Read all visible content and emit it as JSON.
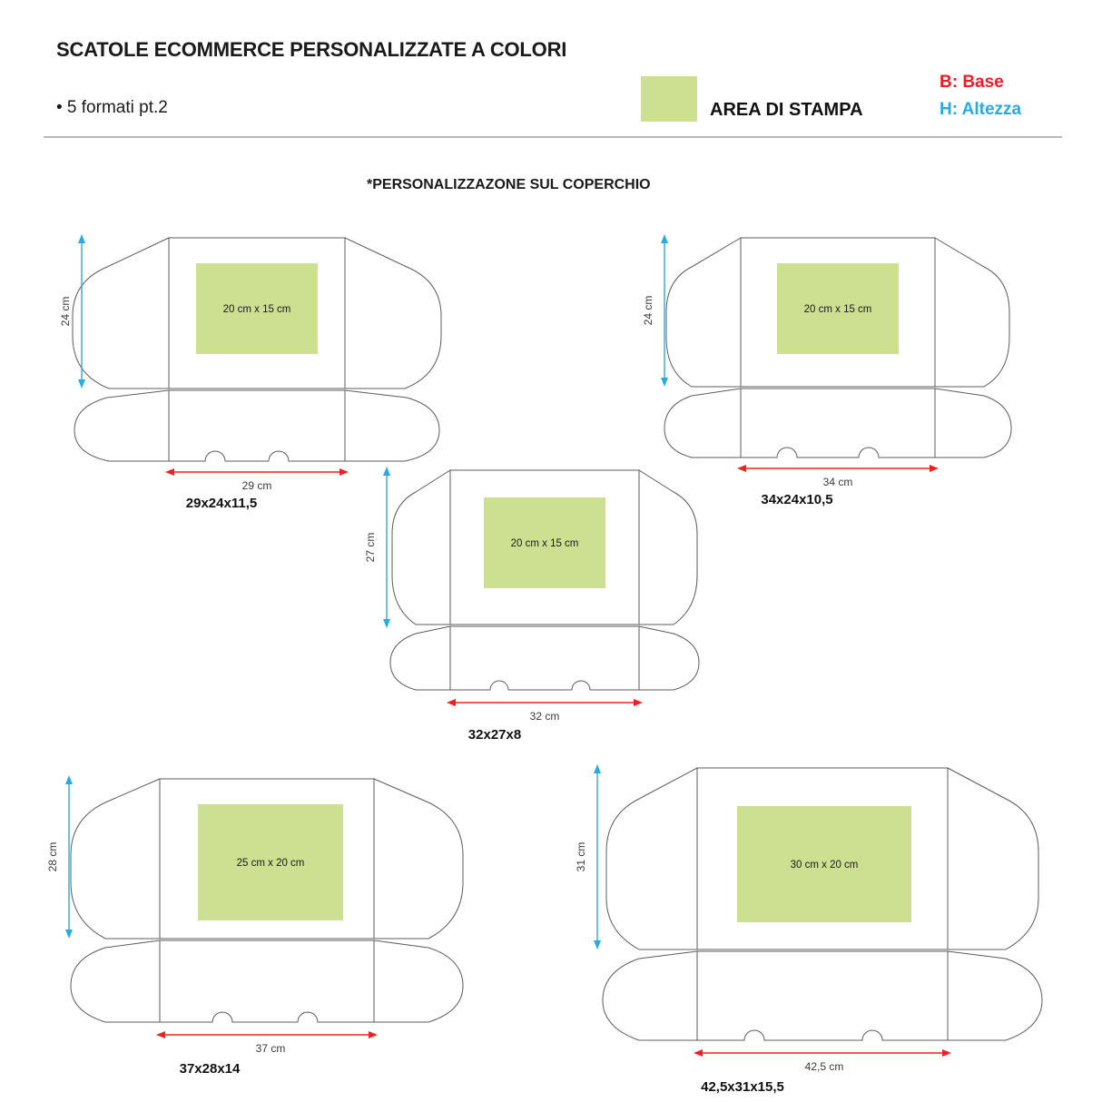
{
  "header": {
    "title": "SCATOLE ECOMMERCE PERSONALIZZATE A COLORI",
    "subtitle": "• 5 formati pt.2",
    "legend_area_label": "AREA DI STAMPA",
    "legend_base": "B: Base",
    "legend_height": "H: Altezza",
    "swatch_color": "#cddf90",
    "base_color": "#ed1c24",
    "height_color": "#29abe2"
  },
  "section": {
    "note": "*PERSONALIZZAZONE SUL COPERCHIO"
  },
  "boxes": [
    {
      "id": "box-29x24x11-5",
      "spec": "29x24x11,5",
      "print_area": "20 cm x 15 cm",
      "width_label": "29 cm",
      "height_label": "24 cm"
    },
    {
      "id": "box-34x24x10-5",
      "spec": "34x24x10,5",
      "print_area": "20 cm x 15 cm",
      "width_label": "34 cm",
      "height_label": "24 cm"
    },
    {
      "id": "box-32x27x8",
      "spec": "32x27x8",
      "print_area": "20 cm x 15 cm",
      "width_label": "32 cm",
      "height_label": "27 cm"
    },
    {
      "id": "box-37x28x14",
      "spec": "37x28x14",
      "print_area": "25 cm x 20 cm",
      "width_label": "37 cm",
      "height_label": "28 cm"
    },
    {
      "id": "box-42-5x31x15-5",
      "spec": "42,5x31x15,5",
      "print_area": "30 cm x 20 cm",
      "width_label": "42,5 cm",
      "height_label": "31 cm"
    }
  ]
}
